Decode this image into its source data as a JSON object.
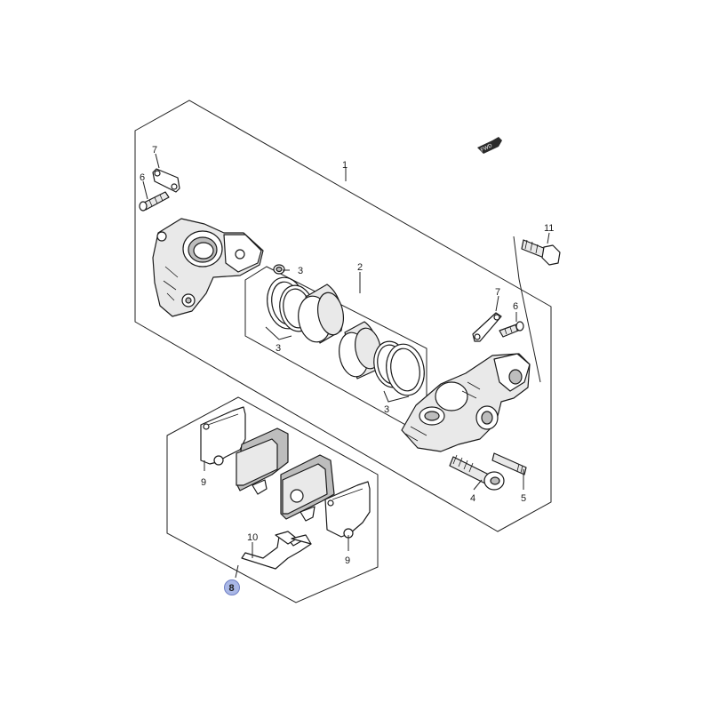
{
  "callouts": {
    "c1": "1",
    "c2": "2",
    "c3a": "3",
    "c3b": "3",
    "c3c": "3",
    "c4": "4",
    "c5": "5",
    "c6a": "6",
    "c6b": "6",
    "c7a": "7",
    "c7b": "7",
    "c8": "8",
    "c9a": "9",
    "c9b": "9",
    "c10": "10",
    "c11": "11"
  },
  "badge": {
    "text": "FWD"
  },
  "colors": {
    "highlight_fill": "#a9b7e6",
    "highlight_stroke": "#6f7fc4",
    "line": "#222222"
  },
  "icons": [
    "fwd-arrow-icon"
  ]
}
